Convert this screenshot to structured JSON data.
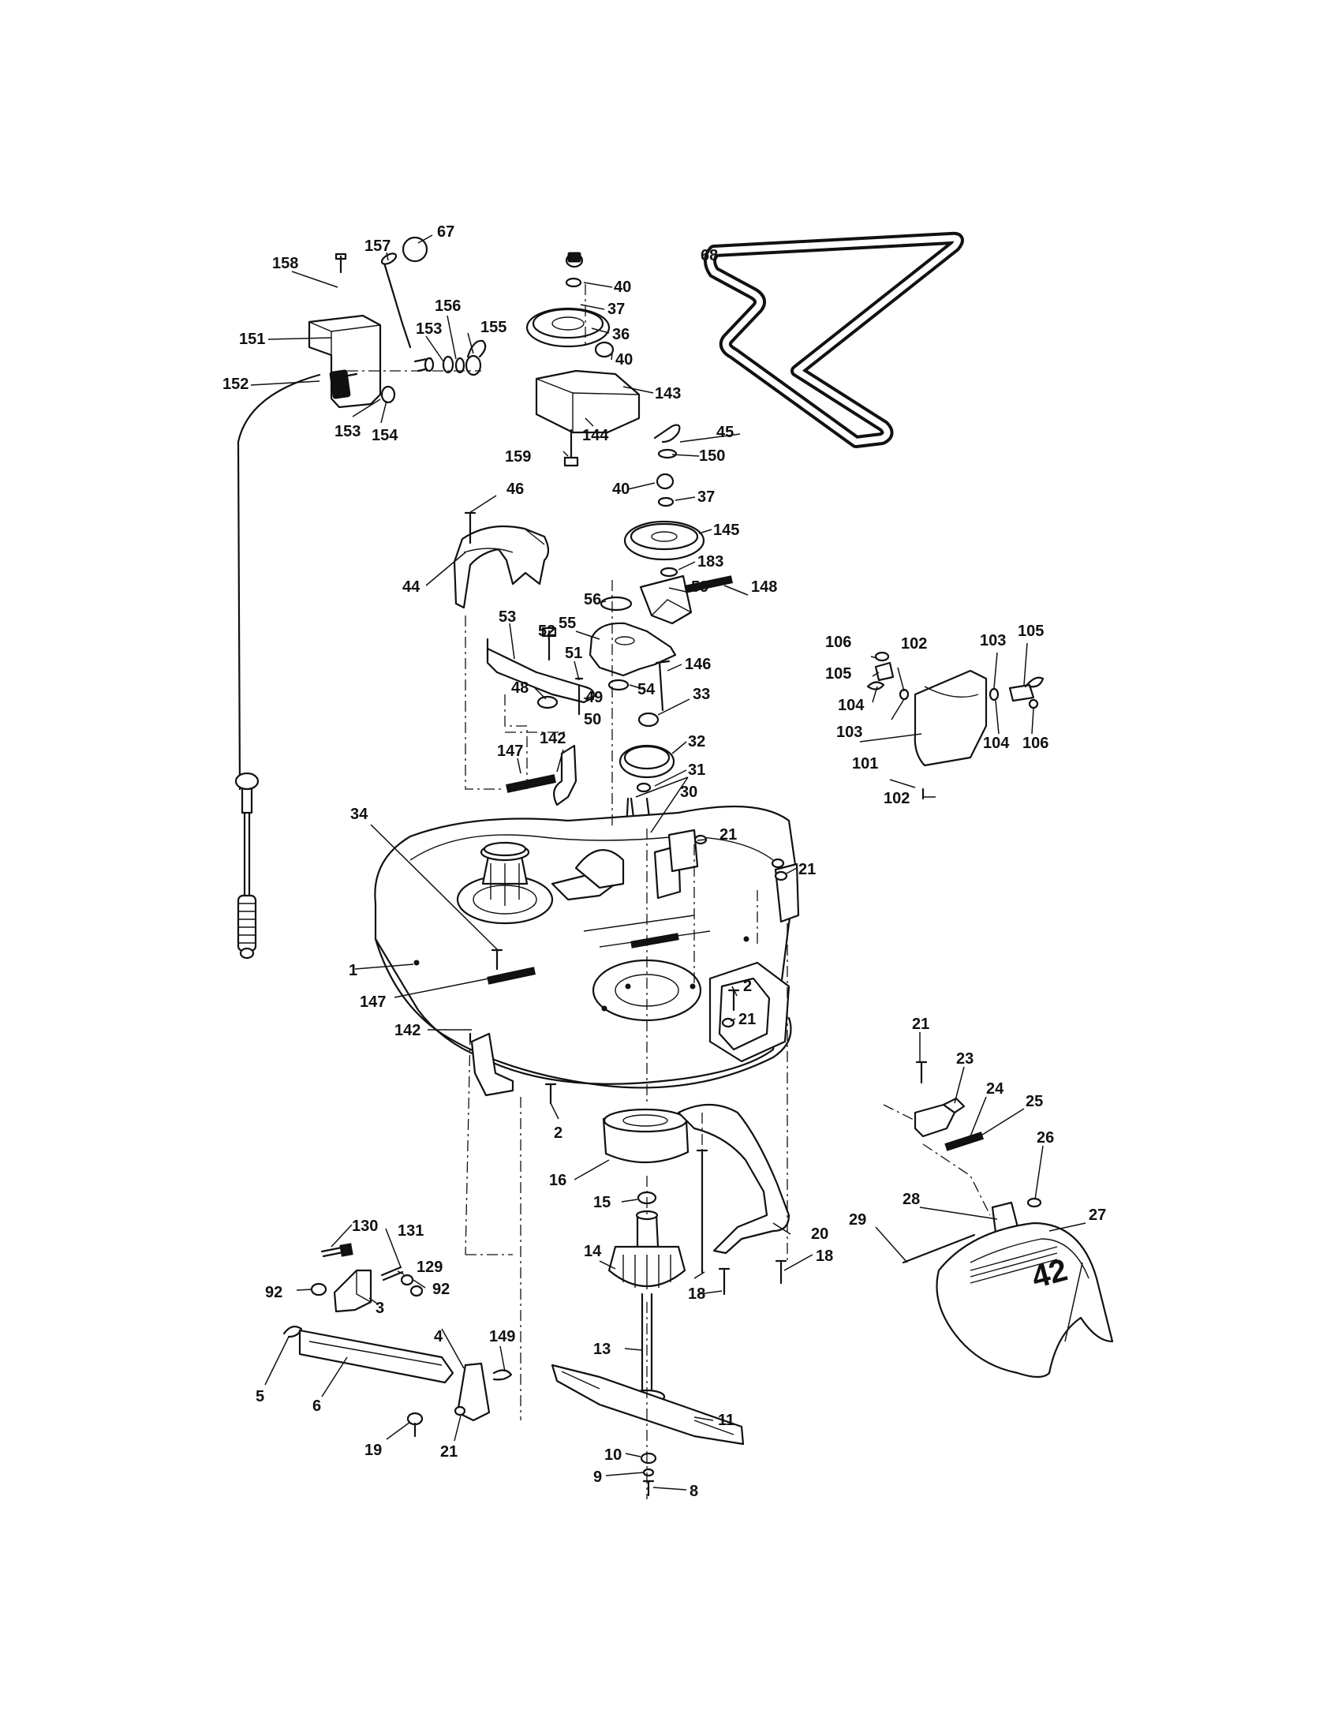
{
  "labels": {
    "1": "1",
    "2": "2",
    "3": "3",
    "4": "4",
    "5": "5",
    "6": "6",
    "8": "8",
    "9": "9",
    "10": "10",
    "11": "11",
    "13": "13",
    "14": "14",
    "15": "15",
    "16": "16",
    "18": "18",
    "19": "19",
    "20": "20",
    "21": "21",
    "23": "23",
    "24": "24",
    "25": "25",
    "26": "26",
    "27": "27",
    "28": "28",
    "29": "29",
    "30": "30",
    "31": "31",
    "32": "32",
    "33": "33",
    "34": "34",
    "36": "36",
    "37": "37",
    "40": "40",
    "44": "44",
    "45": "45",
    "46": "46",
    "48": "48",
    "49": "49",
    "50": "50",
    "51": "51",
    "52": "52",
    "53": "53",
    "54": "54",
    "55": "55",
    "56": "56",
    "59": "59",
    "67": "67",
    "68": "68",
    "92": "92",
    "101": "101",
    "102": "102",
    "103": "103",
    "104": "104",
    "105": "105",
    "106": "106",
    "129": "129",
    "130": "130",
    "131": "131",
    "142": "142",
    "143": "143",
    "144": "144",
    "145": "145",
    "146": "146",
    "147": "147",
    "148": "148",
    "149": "149",
    "150": "150",
    "151": "151",
    "152": "152",
    "153": "153",
    "154": "154",
    "155": "155",
    "156": "156",
    "157": "157",
    "158": "158",
    "159": "159",
    "183": "183"
  },
  "deck_marking": "42"
}
